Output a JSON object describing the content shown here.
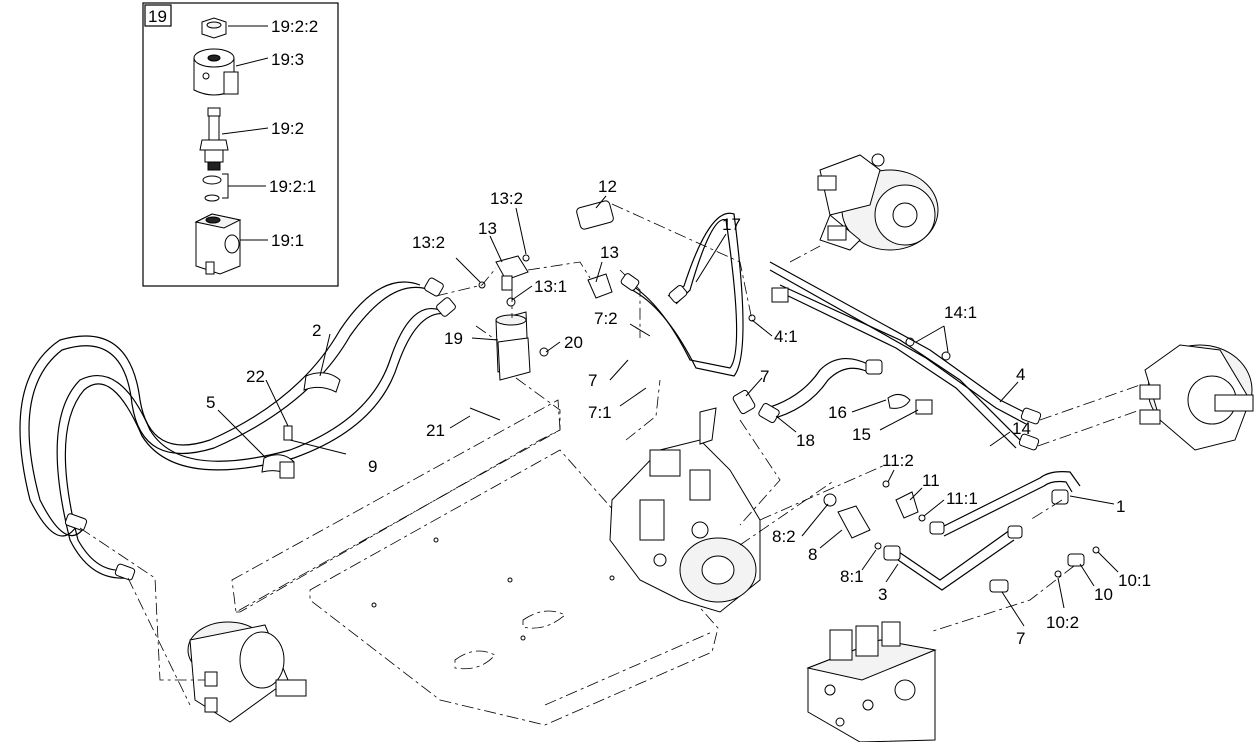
{
  "inset": {
    "box_label": "19",
    "labels": [
      "19:2:2",
      "19:3",
      "19:2",
      "19:2:1",
      "19:1"
    ]
  },
  "callouts": [
    "13:2",
    "13",
    "13:2",
    "12",
    "17",
    "13",
    "13:1",
    "19",
    "20",
    "7:2",
    "7",
    "7:1",
    "2",
    "22",
    "5",
    "9",
    "21",
    "4:1",
    "14:1",
    "4",
    "14",
    "7",
    "16",
    "15",
    "18",
    "11:2",
    "11",
    "11:1",
    "1",
    "8:2",
    "8",
    "8:1",
    "3",
    "10",
    "10:1",
    "10:2",
    "7"
  ]
}
